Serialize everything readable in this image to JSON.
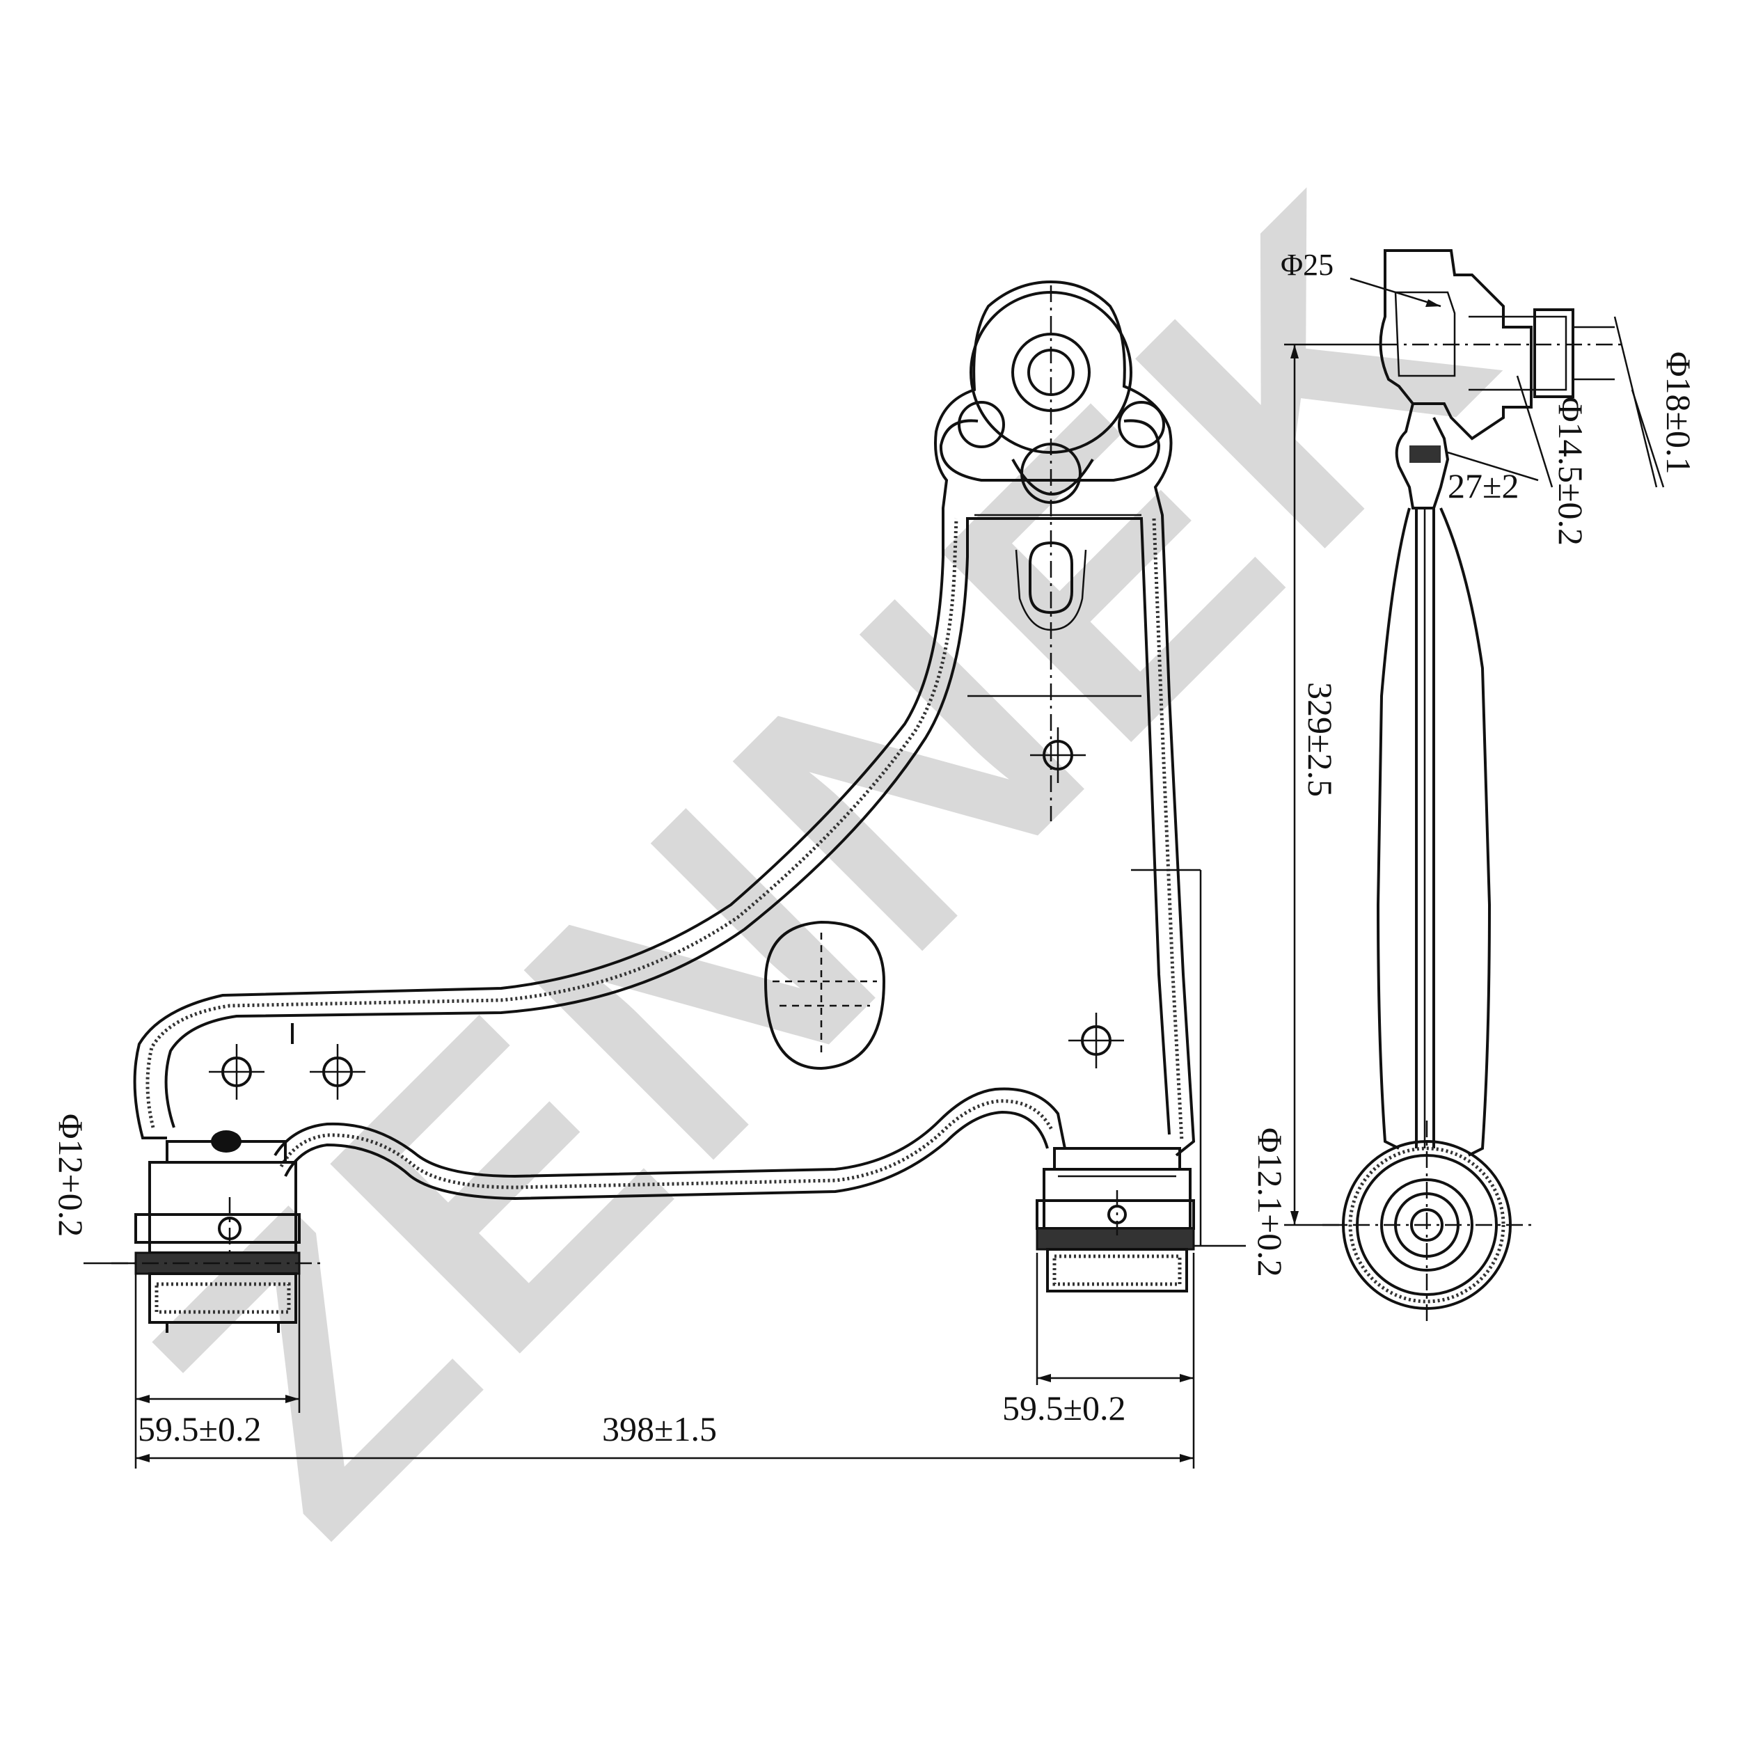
{
  "watermark": {
    "text": "ZENNEK",
    "color": "#d9d9d9"
  },
  "colors": {
    "line": "#111111",
    "background": "#ffffff"
  },
  "dimensions": {
    "left_bush_width": "59.5±0.2",
    "overall_length": "398±1.5",
    "right_bush_width": "59.5±0.2",
    "left_bush_diameter": "Φ12+0.2",
    "right_bush_diameter": "Φ12.1+0.2",
    "height": "329±2.5",
    "ball_joint_diameter": "Φ25",
    "ball_stud_diameter": "Φ18±0.1",
    "stud_thread_diameter": "Φ14.5±0.2",
    "stud_length": "27±2"
  }
}
